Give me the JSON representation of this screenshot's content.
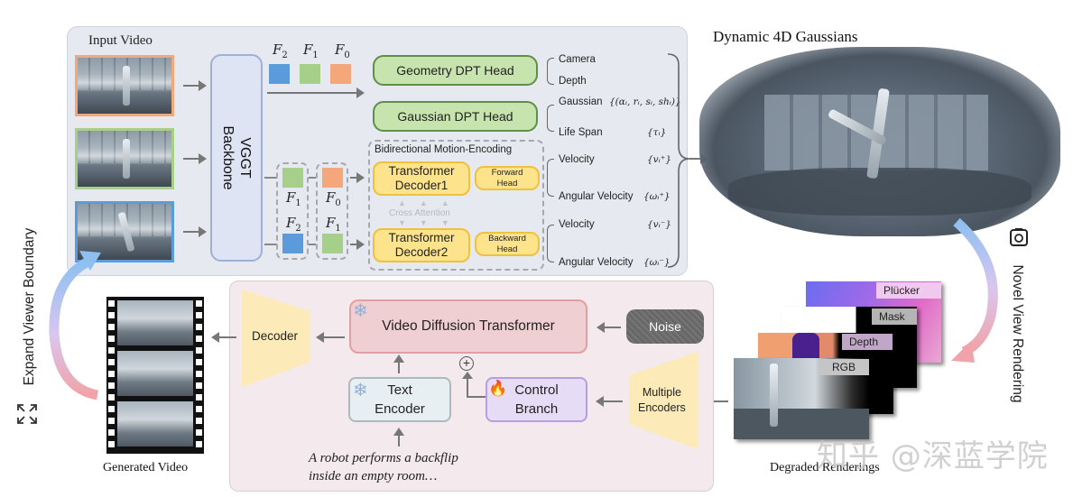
{
  "input_section": {
    "title": "Input Video",
    "frame_border_colors": [
      "#f4a77a",
      "#a6d08a",
      "#5b9bdb"
    ]
  },
  "backbone": {
    "label": "VGGT\nBackbone"
  },
  "features_top": [
    "F_2",
    "F_1",
    "F_0"
  ],
  "features_decoder1": [
    "F_1",
    "F_0"
  ],
  "features_decoder2": [
    "F_2",
    "F_1"
  ],
  "heads": {
    "geometry": "Geometry DPT Head",
    "gaussian": "Gaussian DPT Head"
  },
  "motion_encoding": {
    "title": "Bidirectional Motion-Encoding",
    "decoder1": "Transformer\nDecoder1",
    "decoder2": "Transformer\nDecoder2",
    "forward_head": "Forward\nHead",
    "backward_head": "Backward\nHead",
    "cross_attention": "Cross Attention"
  },
  "outputs": {
    "camera": "Camera",
    "depth": "Depth",
    "gaussian": "Gaussian",
    "gaussian_math": "{(αᵢ, rᵢ, sᵢ, shᵢ)}",
    "life_span": "Life Span",
    "life_span_math": "{τᵢ}",
    "velocity_fwd": "Velocity",
    "velocity_fwd_math": "{vᵢ⁺}",
    "ang_velocity_fwd": "Angular Velocity",
    "ang_velocity_fwd_math": "{ωᵢ⁺}",
    "velocity_bwd": "Velocity",
    "velocity_bwd_math": "{vᵢ⁻}",
    "ang_velocity_bwd": "Angular Velocity",
    "ang_velocity_bwd_math": "{ωᵢ⁻}"
  },
  "gaussians": {
    "title": "Dynamic 4D Gaussians"
  },
  "novel_view": {
    "label": "Novel View Rendering"
  },
  "degraded": {
    "label": "Degraded Renderings",
    "layers": [
      "Plücker",
      "Mask",
      "Depth",
      "RGB"
    ]
  },
  "generation": {
    "vdt": "Video Diffusion Transformer",
    "noise": "Noise",
    "decoder": "Decoder",
    "text_encoder": "Text\nEncoder",
    "control_branch": "Control\nBranch",
    "multiple_encoders": "Multiple\nEncoders",
    "prompt": "A robot performs a backflip\ninside an empty room…"
  },
  "generated": {
    "label": "Generated Video"
  },
  "expand": {
    "label": "Expand Viewer Boundary"
  },
  "watermark": "知乎 @深蓝学院",
  "colors": {
    "top_panel": "#e6e9ef",
    "bottom_panel": "#f4eaee",
    "green_head": "#c7e3ae",
    "yellow_box": "#fde38c",
    "vdt": "#efcfd2",
    "control": "#e6dcf5",
    "text_encoder": "#e8eff3",
    "trapezoid": "#fcebb8"
  }
}
